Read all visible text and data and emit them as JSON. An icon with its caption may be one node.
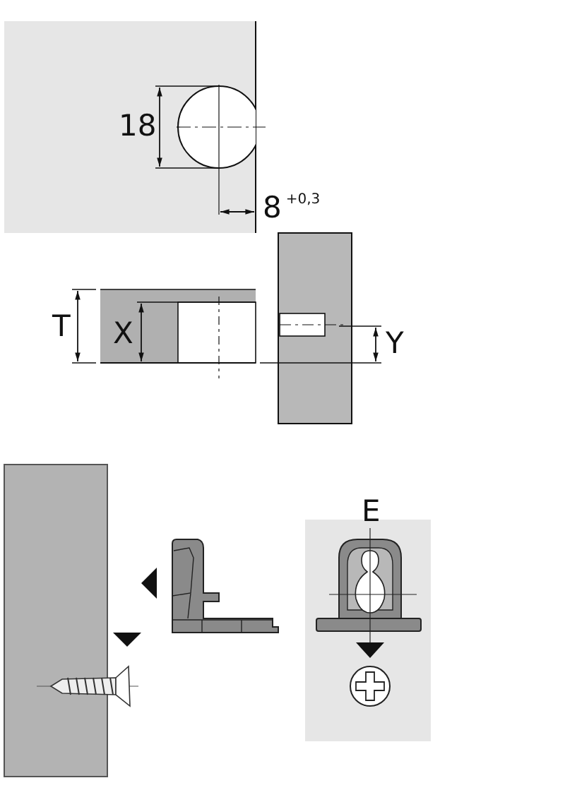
{
  "diagram": {
    "labels": [
      "18",
      "8$^{+0,3}$",
      "T",
      "X",
      "Y",
      "E"
    ]
  }
}
